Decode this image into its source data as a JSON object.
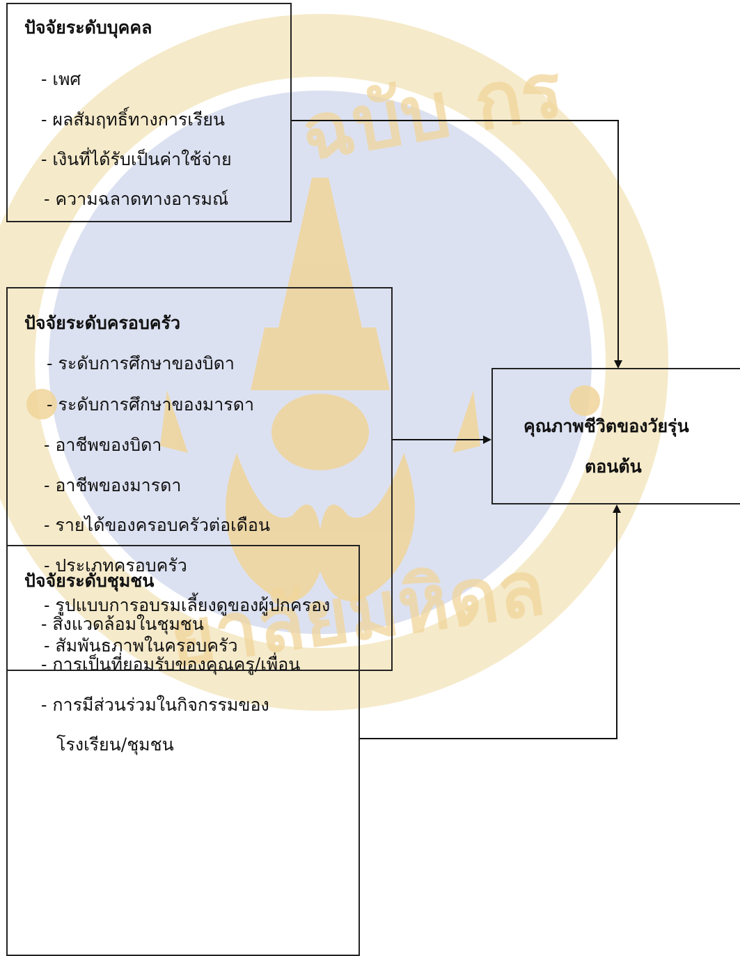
{
  "watermark": {
    "ring_text_top": "ฉบับ กร",
    "ring_text_bottom": "ยาลัยมหิดล",
    "ring_color": "#f2e3b8",
    "circle_color": "#d8deef",
    "emblem_color": "#f0d59a"
  },
  "individual": {
    "title": "ปัจจัยระดับบุคคล",
    "items": [
      "- เพศ",
      "- ผลสัมฤทธิ์ทางการเรียน",
      "- เงินที่ได้รับเป็นค่าใช้จ่าย",
      "- ความฉลาดทางอารมณ์"
    ]
  },
  "family": {
    "title": "ปัจจัยระดับครอบครัว",
    "items": [
      "- ระดับการศึกษาของบิดา",
      "- ระดับการศึกษาของมารดา",
      "- อาชีพของบิดา",
      "- อาชีพของมารดา",
      "- รายได้ของครอบครัวต่อเดือน",
      "- ประเภทครอบครัว",
      "- รูปแบบการอบรมเลี้ยงดูของผู้ปกครอง",
      "- สัมพันธภาพในครอบครัว"
    ]
  },
  "community": {
    "title": "ปัจจัยระดับชุมชน",
    "items": [
      "- สิ่งแวดล้อมในชุมชน",
      "- การเป็นที่ยอมรับของคุณครู/เพื่อน",
      "- การมีส่วนร่วมในกิจกรรมของ",
      "โรงเรียน/ชุมชน"
    ]
  },
  "outcome": {
    "line1": "คุณภาพชีวิตของวัยรุ่น",
    "line2": "ตอนต้น"
  },
  "colors": {
    "line": "#111111",
    "border": "#222222"
  }
}
